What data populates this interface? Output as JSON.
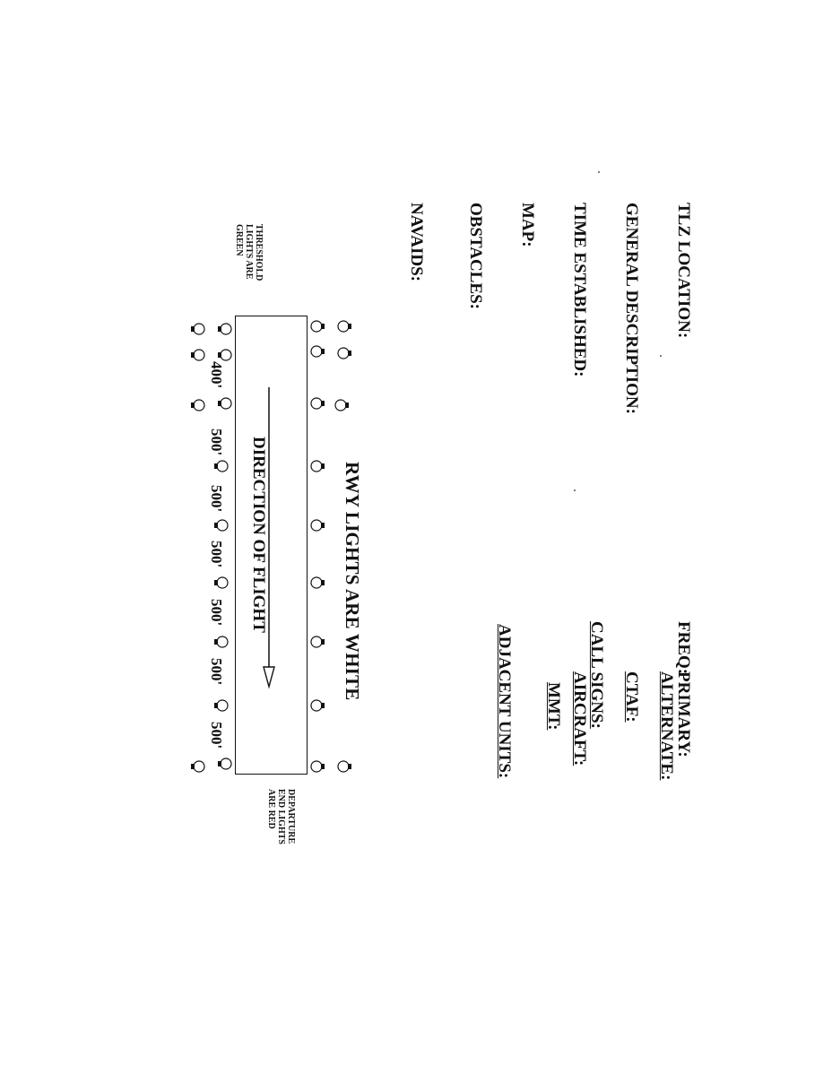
{
  "form": {
    "tlz_location": "TLZ LOCATION:",
    "general_description": "GENERAL DESCRIPTION:",
    "time_established": "TIME ESTABLISHED:",
    "map": "MAP:",
    "obstacles": "OBSTACLES:",
    "navaids": "NAVAIDS:",
    "freq": "FREQ:",
    "primary": "PRIMARY:",
    "alternate": "ALTERNATE:",
    "ctaf": "CTAF:",
    "call_signs": "CALL SIGNS:",
    "aircraft": "AIRCRAFT:",
    "mmt": "MMT:",
    "adjacent_units": "ADJACENT UNITS:"
  },
  "diagram": {
    "title": "RWY LIGHTS ARE WHITE",
    "direction": "DIRECTION OF FLIGHT",
    "threshold_note": "THRESHOLD LIGHTS ARE GREEN",
    "departure_note": "DEPARTURE END LIGHTS ARE RED",
    "distances": [
      "400'",
      "500'",
      "500'",
      "500'",
      "500'",
      "500'",
      "500'"
    ]
  }
}
